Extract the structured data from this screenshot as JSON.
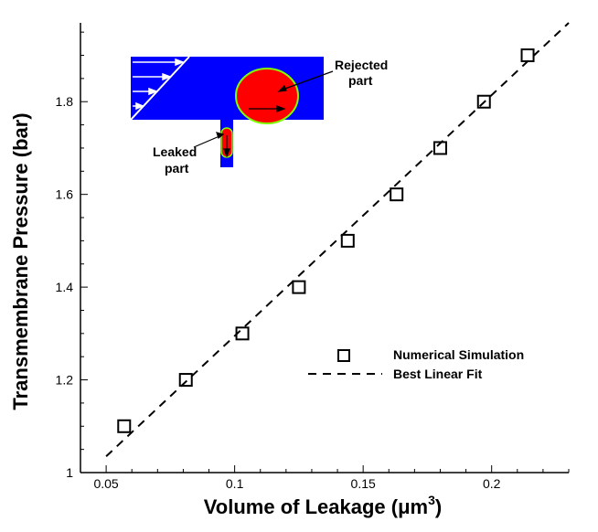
{
  "chart_data": {
    "type": "scatter",
    "xlabel": "Volume of Leakage (μm³)",
    "xlabel_main": "Volume of Leakage (",
    "xlabel_unit": "μm",
    "xlabel_sup": "3",
    "xlabel_close": ")",
    "ylabel": "Transmembrane Pressure (bar)",
    "xlim": [
      0.04,
      0.23
    ],
    "ylim": [
      1.0,
      1.97
    ],
    "xticks": [
      0.05,
      0.1,
      0.15,
      0.2
    ],
    "xtick_labels": [
      "0.05",
      "0.1",
      "0.15",
      "0.2"
    ],
    "yticks": [
      1.0,
      1.2,
      1.4,
      1.6,
      1.8
    ],
    "ytick_labels": [
      "1",
      "1.2",
      "1.4",
      "1.6",
      "1.8"
    ],
    "grid": false,
    "legend_position": "bottom-right",
    "series": [
      {
        "name": "Numerical Simulation",
        "marker": "open-square",
        "x": [
          0.057,
          0.081,
          0.103,
          0.125,
          0.144,
          0.163,
          0.18,
          0.197,
          0.214
        ],
        "y": [
          1.1,
          1.2,
          1.3,
          1.4,
          1.5,
          1.6,
          1.7,
          1.8,
          1.9
        ]
      },
      {
        "name": "Best Linear Fit",
        "line": "dashed",
        "x": [
          0.05,
          0.23
        ],
        "y": [
          1.035,
          1.97
        ]
      }
    ],
    "inset": {
      "labels": {
        "rejected_line1": "Rejected",
        "rejected_line2": "part",
        "leaked_line1": "Leaked",
        "leaked_line2": "part"
      },
      "colors": {
        "fluid": "#0000ff",
        "droplet": "#ff0000",
        "interface": "#7fff00"
      }
    }
  }
}
